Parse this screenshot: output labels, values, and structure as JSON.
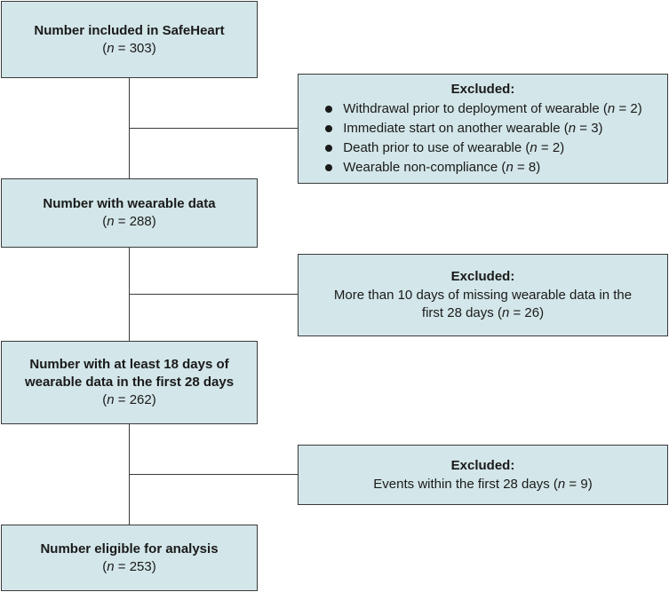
{
  "main_boxes": [
    {
      "title_lines": [
        "Number included in SafeHeart"
      ],
      "n_label": "n",
      "n_value": "= 303"
    },
    {
      "title_lines": [
        "Number with wearable data"
      ],
      "n_label": "n",
      "n_value": "= 288"
    },
    {
      "title_lines": [
        "Number with at least 18 days of",
        "wearable data in the first 28 days"
      ],
      "n_label": "n",
      "n_value": "= 262"
    },
    {
      "title_lines": [
        "Number eligible for analysis"
      ],
      "n_label": "n",
      "n_value": "= 253"
    }
  ],
  "exclusions": [
    {
      "title": "Excluded:",
      "items": [
        {
          "text": "Withdrawal prior to deployment of wearable",
          "n_label": "n",
          "n_value": "= 2"
        },
        {
          "text": "Immediate start on another wearable",
          "n_label": "n",
          "n_value": "= 3"
        },
        {
          "text": "Death prior to use of wearable",
          "n_label": "n",
          "n_value": "= 2"
        },
        {
          "text": "Wearable non-compliance",
          "n_label": "n",
          "n_value": "= 8"
        }
      ]
    },
    {
      "title": "Excluded:",
      "lines": [
        "More than 10 days of missing wearable data in the",
        "first 28 days"
      ],
      "n_label": "n",
      "n_value": "= 26"
    },
    {
      "title": "Excluded:",
      "lines": [
        "Events within the first 28 days"
      ],
      "n_label": "n",
      "n_value": "= 9"
    }
  ],
  "colors": {
    "box_fill": "#d3e6e9",
    "box_border": "#3a3a3a",
    "connector": "#3a3a3a"
  }
}
